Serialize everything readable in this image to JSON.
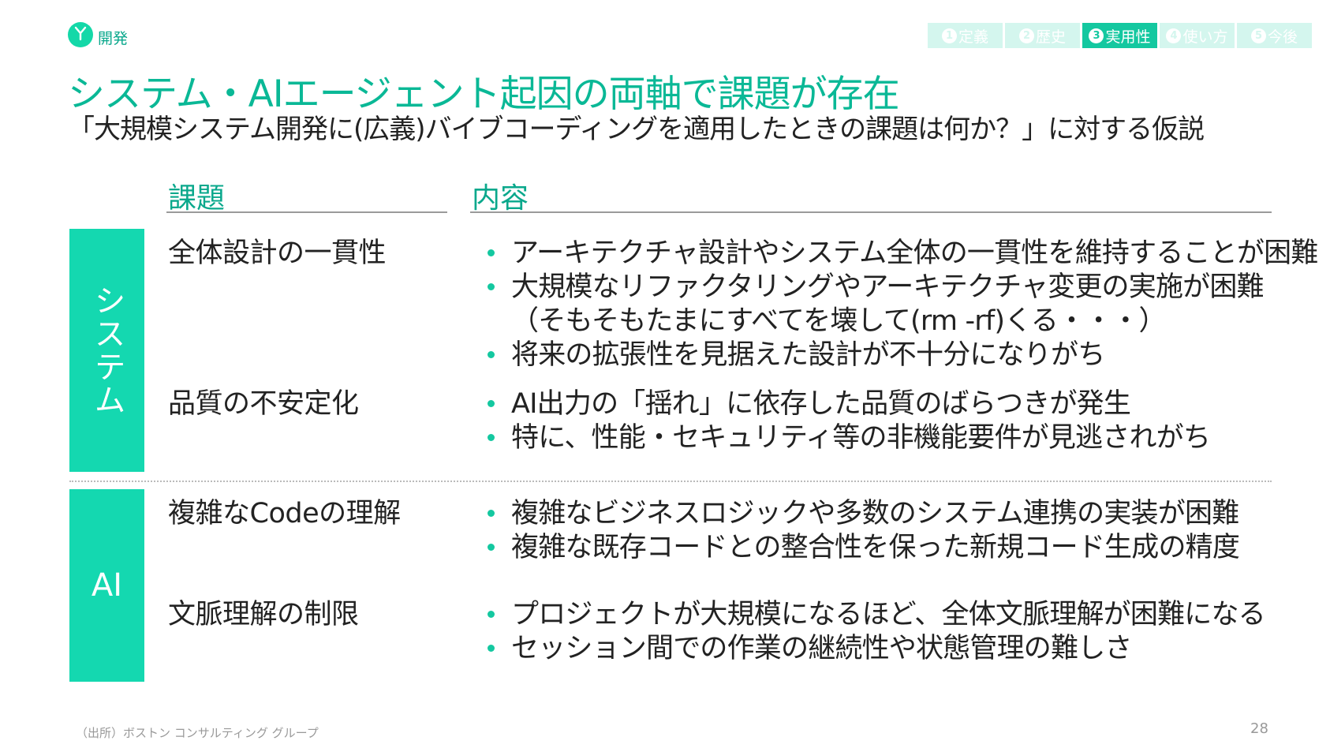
{
  "header": {
    "section_label": "開発",
    "logo_glyph": "Y",
    "steps": [
      {
        "num": "1",
        "label": "定義",
        "active": false
      },
      {
        "num": "2",
        "label": "歴史",
        "active": false
      },
      {
        "num": "3",
        "label": "実用性",
        "active": true
      },
      {
        "num": "4",
        "label": "使い方",
        "active": false
      },
      {
        "num": "5",
        "label": "今後",
        "active": false
      }
    ]
  },
  "title": "システム・AIエージェント起因の両軸で課題が存在",
  "subtitle": "「大規模システム開発に(広義)バイブコーディングを適用したときの課題は何か？」に対する仮説",
  "columns": {
    "issue": "課題",
    "content": "内容"
  },
  "categories": {
    "system": "システム",
    "ai": "AI"
  },
  "rows": [
    {
      "issue": "全体設計の一貫性",
      "bullets": [
        "アーキテクチャ設計やシステム全体の一貫性を維持することが困難",
        "大規模なリファクタリングやアーキテクチャ変更の実施が困難",
        "将来の拡張性を見据えた設計が不十分になりがち"
      ],
      "note": "（そもそもたまにすべてを壊して(rm -rf)くる・・・）"
    },
    {
      "issue": "品質の不安定化",
      "bullets": [
        "AI出力の「揺れ」に依存した品質のばらつきが発生",
        "特に、性能・セキュリティ等の非機能要件が見逃されがち"
      ]
    },
    {
      "issue": "複雑なCodeの理解",
      "bullets": [
        "複雑なビジネスロジックや多数のシステム連携の実装が困難",
        "複雑な既存コードとの整合性を保った新規コード生成の精度"
      ]
    },
    {
      "issue": "文脈理解の制限",
      "bullets": [
        "プロジェクトが大規模になるほど、全体文脈理解が困難になる",
        "セッション間での作業の継続性や状態管理の難しさ"
      ]
    }
  ],
  "footer": {
    "source": "（出所）ボストン コンサルティング グループ",
    "page": "28"
  },
  "colors": {
    "accent": "#14d8b0",
    "title": "#0ab896",
    "step_inactive": "#d4f6ee"
  }
}
